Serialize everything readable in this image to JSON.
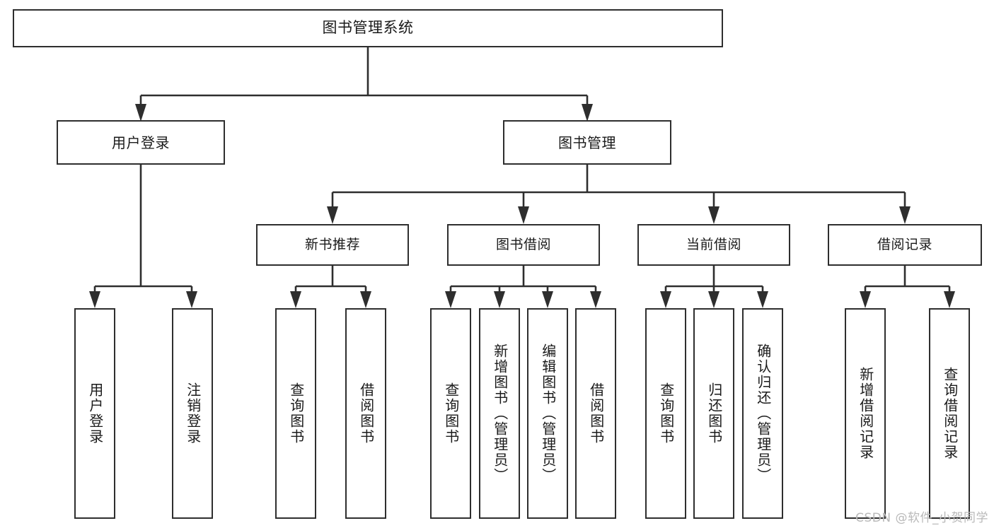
{
  "diagram": {
    "type": "tree-hierarchy",
    "title": "图书管理系统",
    "root": {
      "id": "root",
      "label": "图书管理系统"
    },
    "level2": [
      {
        "id": "user-login",
        "label": "用户登录"
      },
      {
        "id": "book-manage",
        "label": "图书管理"
      }
    ],
    "level3": [
      {
        "id": "new-book-recommend",
        "label": "新书推荐",
        "parent": "book-manage"
      },
      {
        "id": "book-borrow",
        "label": "图书借阅",
        "parent": "book-manage"
      },
      {
        "id": "current-borrow",
        "label": "当前借阅",
        "parent": "book-manage"
      },
      {
        "id": "borrow-record",
        "label": "借阅记录",
        "parent": "book-manage"
      }
    ],
    "leaves": {
      "user_login": [
        {
          "id": "leaf-user-login",
          "label": "用户登录"
        },
        {
          "id": "leaf-logout-login",
          "label": "注销登录"
        }
      ],
      "new_book_recommend": [
        {
          "id": "leaf-query-book-1",
          "label": "查询图书"
        },
        {
          "id": "leaf-borrow-book-1",
          "label": "借阅图书"
        }
      ],
      "book_borrow": [
        {
          "id": "leaf-query-book-2",
          "label": "查询图书"
        },
        {
          "id": "leaf-add-book",
          "label": "新增图书（管理员）"
        },
        {
          "id": "leaf-edit-book",
          "label": "编辑图书（管理员）"
        },
        {
          "id": "leaf-borrow-book-2",
          "label": "借阅图书"
        }
      ],
      "current_borrow": [
        {
          "id": "leaf-query-book-3",
          "label": "查询图书"
        },
        {
          "id": "leaf-return-book",
          "label": "归还图书"
        },
        {
          "id": "leaf-confirm-return",
          "label": "确认归还（管理员）"
        }
      ],
      "borrow_record": [
        {
          "id": "leaf-add-record",
          "label": "新增借阅记录"
        },
        {
          "id": "leaf-query-record",
          "label": "查询借阅记录"
        }
      ]
    }
  },
  "watermark": {
    "text": "CSDN @软件_小贺同学"
  },
  "colors": {
    "stroke": "#2e2e2e",
    "background": "#ffffff",
    "text": "#1a1a1a",
    "watermark": "#b9b9b9"
  }
}
